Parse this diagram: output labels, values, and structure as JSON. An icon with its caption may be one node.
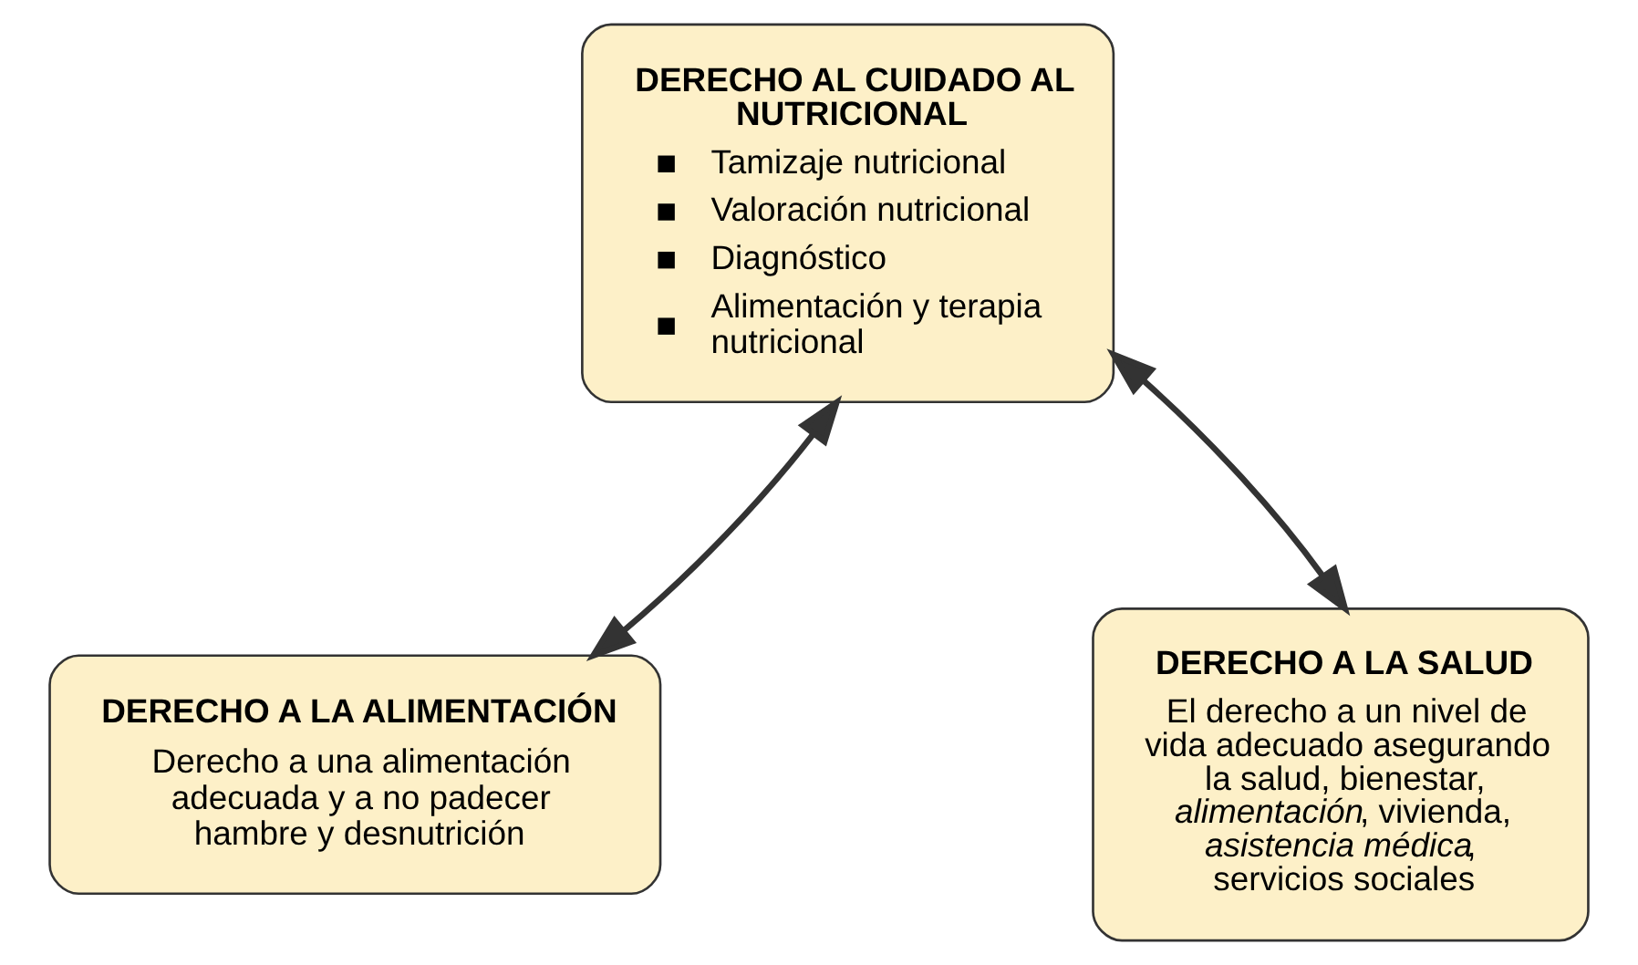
{
  "diagram": {
    "nodes": [
      {
        "text": [
          "DERECHO AL CUIDADO AL NUTRICIONAL",
          "Tamizaje nutricional",
          "Valoración nutricional",
          "Diagnóstico",
          "Alimentación y terapia nutricional"
        ]
      },
      {
        "text": [
          "DERECHO A LA ALIMENTACIÓN",
          "Derecho a una alimentación adecuada y a no padecer hambre y desnutrición"
        ]
      },
      {
        "text": [
          "DERECHO A LA SALUD",
          "El derecho a un nivel de vida adecuado asegurando la salud, bienestar, *alimentación*, vivienda, *asistencia médica*, servicios sociales"
        ]
      }
    ],
    "edges": [
      {
        "from": 1,
        "to": 0,
        "arrow": "both"
      },
      {
        "from": 0,
        "to": 2,
        "arrow": "both"
      }
    ]
  }
}
